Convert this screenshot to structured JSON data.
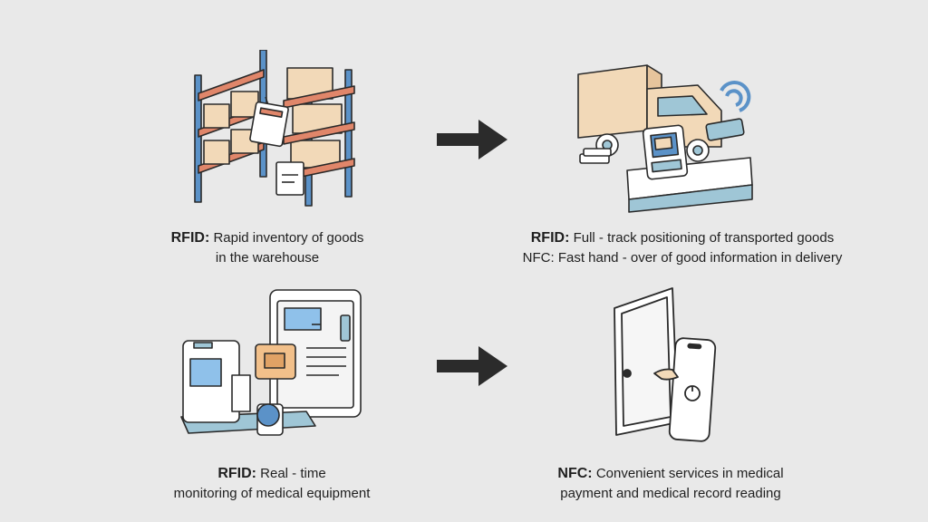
{
  "colors": {
    "background": "#e9e9e9",
    "cardboard": "#f2d9b8",
    "shelf_blue": "#5b92c8",
    "shelf_orange": "#e0866a",
    "screen_blue": "#8fc1ea",
    "teal": "#9fc6d6",
    "arrow": "#2b2b2b"
  },
  "panels": [
    {
      "prefix": "RFID:",
      "line1": "Rapid inventory of goods",
      "line2": "in the warehouse",
      "icon": "warehouse-shelf-icon"
    },
    {
      "prefix": "RFID:",
      "line1": "Full - track positioning of transported goods",
      "line2": "NFC: Fast hand - over of good information in delivery",
      "icon": "delivery-truck-icon"
    },
    {
      "prefix": "RFID:",
      "line1": "Real - time",
      "line2": "monitoring of medical equipment",
      "icon": "medical-equipment-icon"
    },
    {
      "prefix": "NFC:",
      "line1": "Convenient services in medical",
      "line2": "payment and medical record reading",
      "icon": "phone-door-icon"
    }
  ],
  "arrows": [
    "right-arrow-icon",
    "right-arrow-icon"
  ]
}
